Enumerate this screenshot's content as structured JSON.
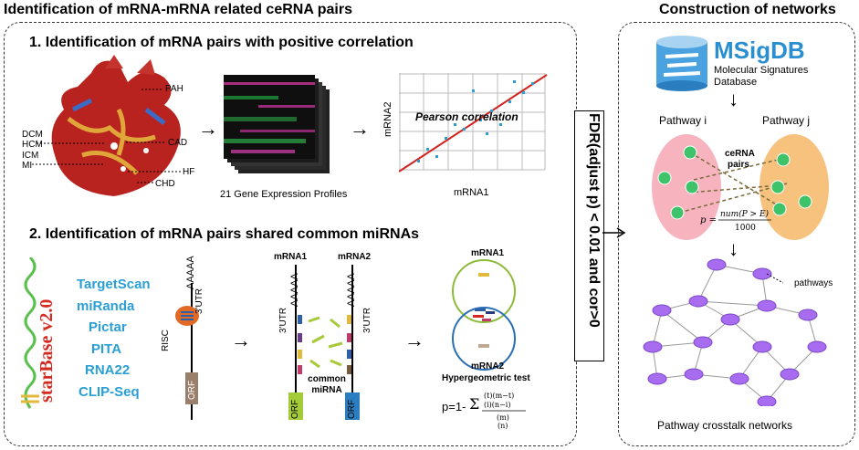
{
  "title_left": "Identification of  mRNA-mRNA related ceRNA pairs",
  "title_right": "Construction of networks",
  "section1": {
    "title": "1. Identification of  mRNA pairs with positive correlation",
    "heart_labels": {
      "pah": "PAH",
      "dcm": "DCM",
      "hcm": "HCM",
      "icm": "ICM",
      "mi": "MI",
      "cad": "CAD",
      "hf": "HF",
      "chd": "CHD"
    },
    "expression_caption": "21 Gene Expression Profiles",
    "scatter_ylabel": "mRNA2",
    "scatter_xlabel": "mRNA1",
    "scatter_label": "Pearson correlation"
  },
  "section2": {
    "title": "2. Identification of  mRNA pairs shared common miRNAs",
    "starbase": "starBase v2.0",
    "tools": [
      "TargetScan",
      "miRanda",
      "Pictar",
      "PITA",
      "RNA22",
      "CLIP-Seq"
    ],
    "aaaaa": "AAAAA",
    "utr3": "3'UTR",
    "risc": "RISC",
    "orf": "ORF",
    "mrna1": "mRNA1",
    "mrna2": "mRNA2",
    "common_mirna": "common miRNA",
    "hypergeometric": "Hypergeometric test",
    "formula_prefix": "p=1-"
  },
  "fdr_text": "FDR(adjust p) < 0.01 and cor>0",
  "right": {
    "msigdb": "MSigDB",
    "msigdb_sub1": "Molecular Signatures",
    "msigdb_sub2": "Database",
    "pathway_i": "Pathway i",
    "pathway_j": "Pathway j",
    "cerna": "ceRNA",
    "pairs": "pairs",
    "pathways_label": "pathways",
    "network_caption": "Pathway crosstalk networks"
  },
  "colors": {
    "tool_blue": "#2b9fd4",
    "msig_blue": "#2a8fd0",
    "star_red": "#d52a1f",
    "node_purple": "#a86cf0",
    "green_node": "#3ec36a"
  }
}
